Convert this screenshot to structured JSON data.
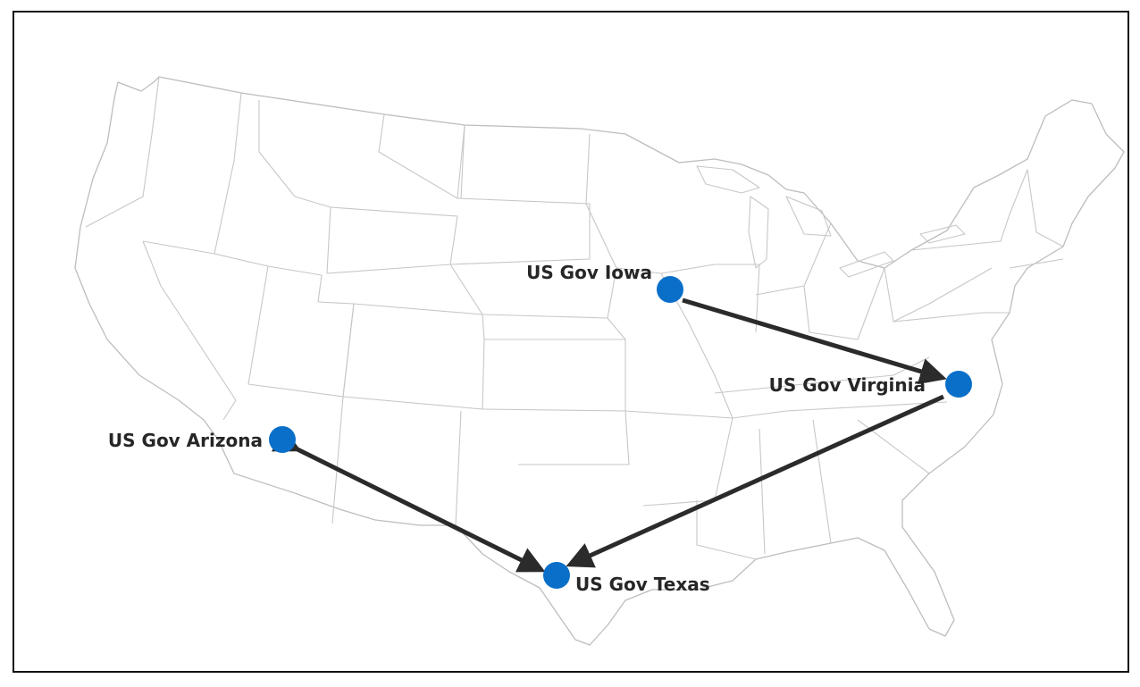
{
  "map": {
    "colors": {
      "marker": "#0a6fc9",
      "route": "#2b2b2b",
      "label": "#262626",
      "state_lines": "#c7c7c7"
    },
    "regions": [
      {
        "id": "iowa",
        "label": "US Gov Iowa"
      },
      {
        "id": "virginia",
        "label": "US Gov Virginia"
      },
      {
        "id": "arizona",
        "label": "US Gov Arizona"
      },
      {
        "id": "texas",
        "label": "US Gov Texas"
      }
    ],
    "routes": [
      {
        "from": "iowa",
        "to": "virginia",
        "direction": "one-way"
      },
      {
        "from": "virginia",
        "to": "texas",
        "direction": "one-way"
      },
      {
        "from": "arizona",
        "to": "texas",
        "direction": "two-way"
      }
    ]
  }
}
